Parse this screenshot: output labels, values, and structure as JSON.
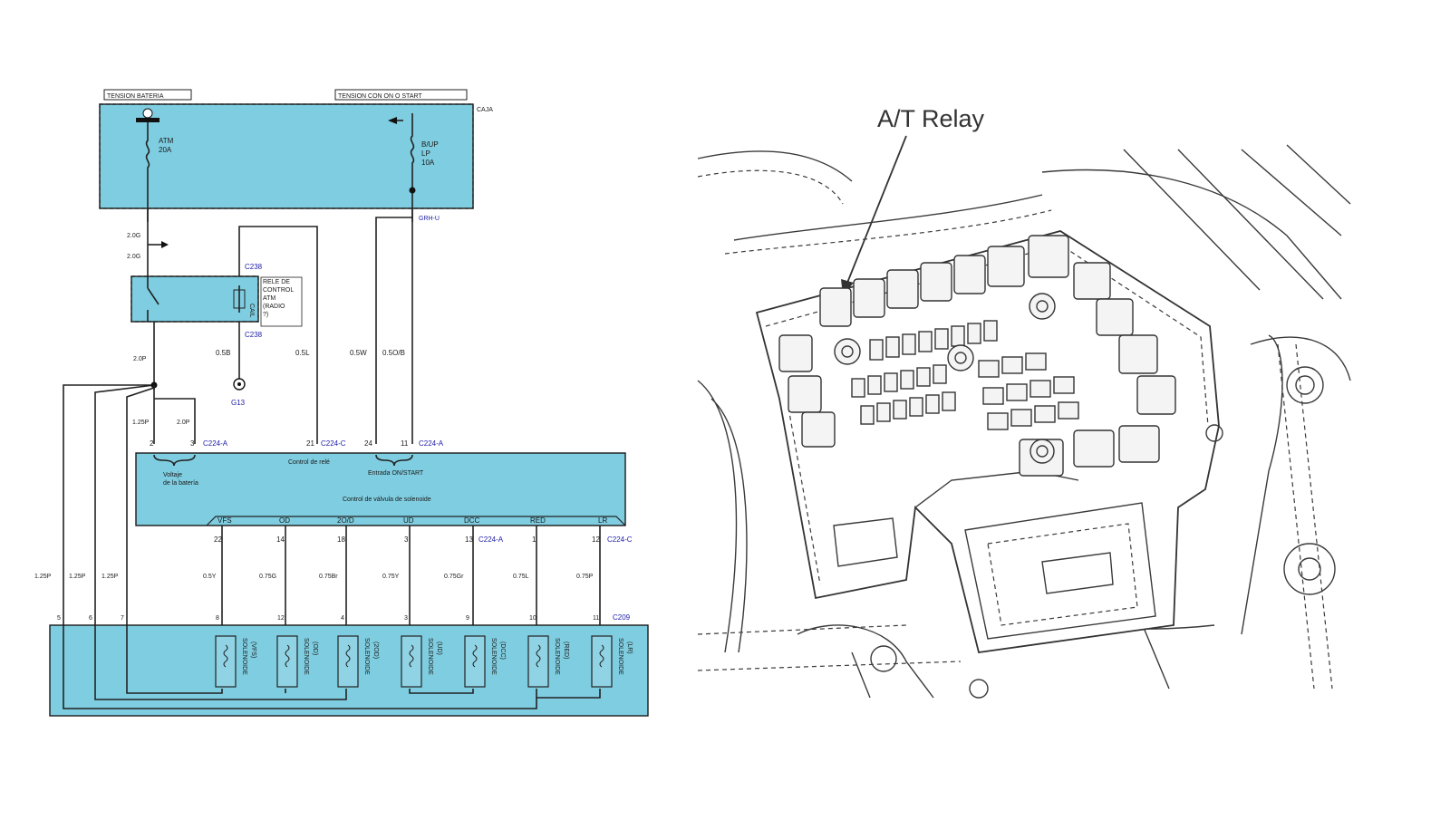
{
  "wiring": {
    "battery_label": "TENSION BATERIA",
    "ignition_label": "TENSION CON ON O START",
    "junction_box_label": "CAJA",
    "fuse_atm": {
      "name": "ATM",
      "rating": "20A"
    },
    "fuse_bup": {
      "name": "B/UP",
      "sub": "LP",
      "rating": "10A"
    },
    "wires_top": [
      "2.0G",
      "2.0G",
      "GRH-U"
    ],
    "relay": {
      "label_lines": [
        "RELE DE",
        "CONTROL",
        "ATM",
        "(RADIO",
        "?)"
      ],
      "connector": "C238",
      "connector_bottom": "C238",
      "coil_label": "CAIL"
    },
    "ground": {
      "label": "G13",
      "wire": "0.5B"
    },
    "wire_labels_mid": [
      "2.0P",
      "0.5B",
      "0.5L",
      "0.5W",
      "0.5O/B",
      "1.25P",
      "2.0P"
    ],
    "pcm": {
      "left_conn": "C224-A",
      "mid_conn": "C224-C",
      "right_conn": "C224-A",
      "battery_voltage_line1": "Voltaje",
      "battery_voltage_line2": "de la batería",
      "control_label": "Control de relé",
      "on_start_label": "Entrada ON/START",
      "solenoid_control_label": "Control de válvula de solenoide",
      "outputs": [
        "VFS",
        "OD",
        "2O/D",
        "UD",
        "DCC",
        "RED",
        "LR"
      ],
      "pins_left": [
        "2",
        "3",
        "21",
        "24",
        "11"
      ],
      "pins_bottom": [
        "22",
        "14",
        "18",
        "3",
        "13",
        "1",
        "12"
      ],
      "out_conn_a": "C224-A",
      "out_conn_c": "C224-C"
    },
    "wire_colors_bottom": [
      "1.25P",
      "1.25P",
      "1.25P",
      "0.5Y",
      "0.75G",
      "0.75Br",
      "0.75Y",
      "0.75Gr",
      "0.75L",
      "0.75P"
    ],
    "valve_body": {
      "connector": "C209",
      "pins": [
        "5",
        "6",
        "7",
        "8",
        "12",
        "4",
        "3",
        "9",
        "10",
        "11"
      ],
      "solenoids": [
        {
          "name": "SOLENOIDE",
          "code": "(VFS)"
        },
        {
          "name": "SOLENOIDE",
          "code": "(OD)"
        },
        {
          "name": "SOLENOIDE",
          "code": "(2OD)"
        },
        {
          "name": "SOLENOIDE",
          "code": "(UD)"
        },
        {
          "name": "SOLENOIDE",
          "code": "(DCC)"
        },
        {
          "name": "SOLENOIDE",
          "code": "(RED)"
        },
        {
          "name": "SOLENOIDE",
          "code": "(LR)"
        }
      ]
    }
  },
  "illustration": {
    "callout": "A/T Relay"
  },
  "colors": {
    "component_fill": "#7fcde0",
    "line": "#1a1a1a",
    "connector_text": "#1c1ca8"
  }
}
